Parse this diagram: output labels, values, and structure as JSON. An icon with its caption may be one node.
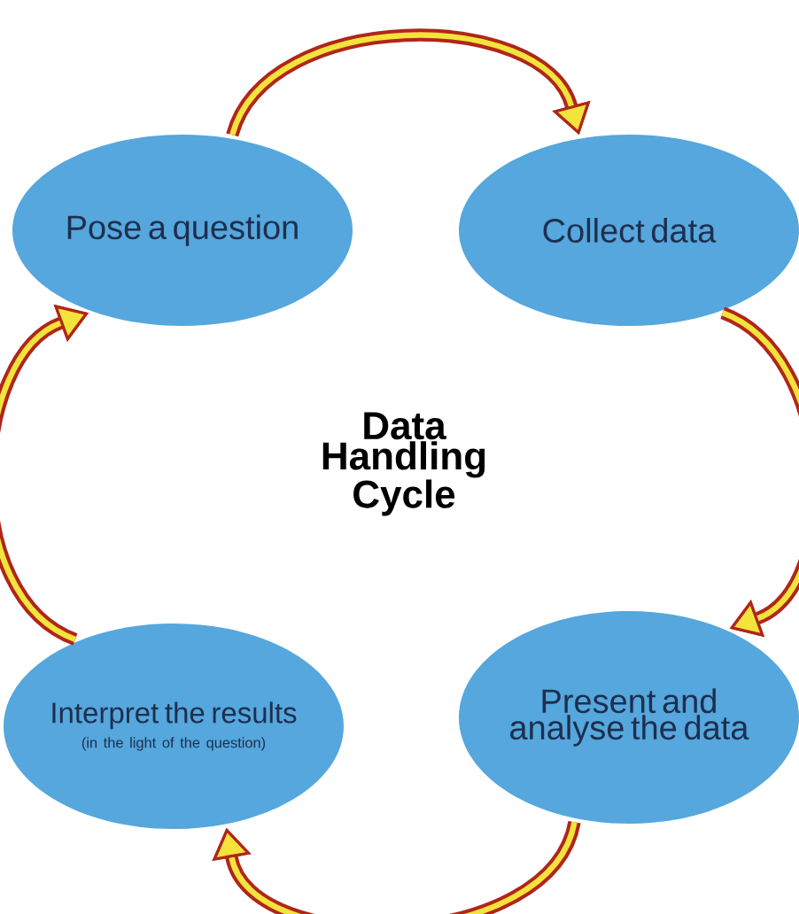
{
  "diagram": {
    "title": "Data Handling Cycle",
    "nodes": [
      {
        "text": [
          "Pose a question"
        ]
      },
      {
        "text": [
          "Collect data"
        ]
      },
      {
        "text": [
          "Interpret the results",
          "(in the light of the question)"
        ]
      },
      {
        "text": [
          "Present and analyse the data"
        ]
      }
    ],
    "edges": [
      {
        "from": 0,
        "to": 1,
        "arrow": "to"
      },
      {
        "from": 1,
        "to": 3,
        "arrow": "to"
      },
      {
        "from": 3,
        "to": 2,
        "arrow": "to"
      },
      {
        "from": 2,
        "to": 0,
        "arrow": "to"
      }
    ]
  }
}
